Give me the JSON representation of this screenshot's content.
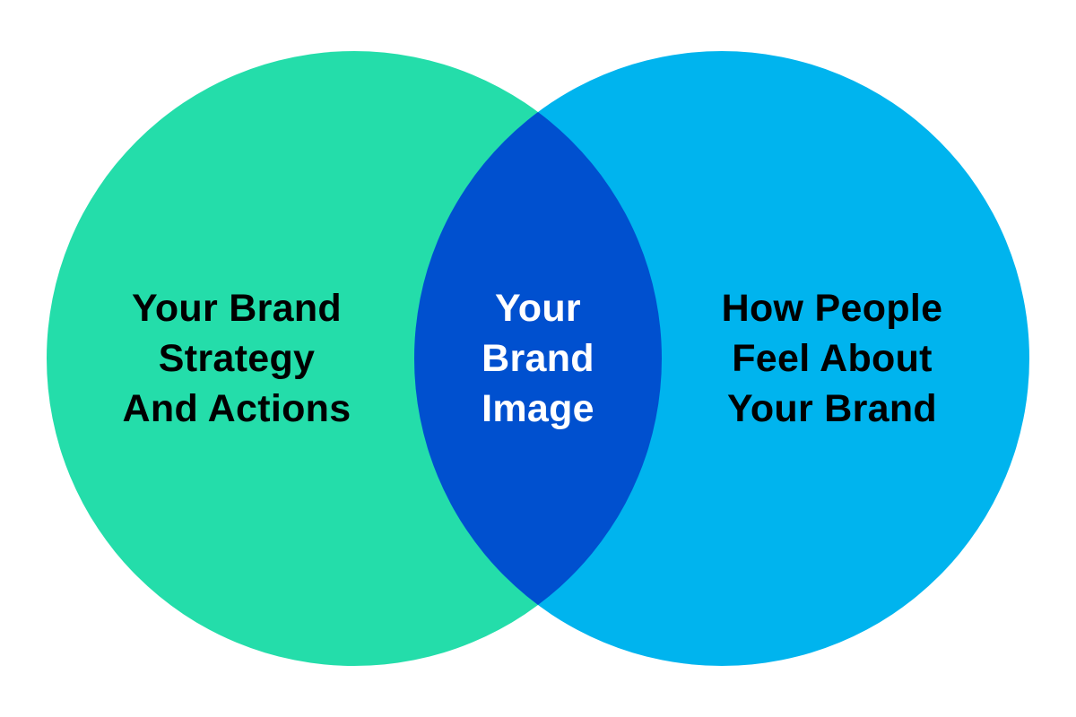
{
  "diagram": {
    "type": "venn",
    "left_circle": {
      "lines": [
        "Your Brand",
        "Strategy",
        "And Actions"
      ],
      "color": "#24DDAA",
      "text_color": "#000000"
    },
    "right_circle": {
      "lines": [
        "How People",
        "Feel About",
        "Your Brand"
      ],
      "color": "#00B4EE",
      "text_color": "#000000"
    },
    "intersection": {
      "lines": [
        "Your",
        "Brand",
        "Image"
      ],
      "color": "#0050CF",
      "text_color": "#FFFFFF"
    },
    "background": "#FFFFFF"
  }
}
